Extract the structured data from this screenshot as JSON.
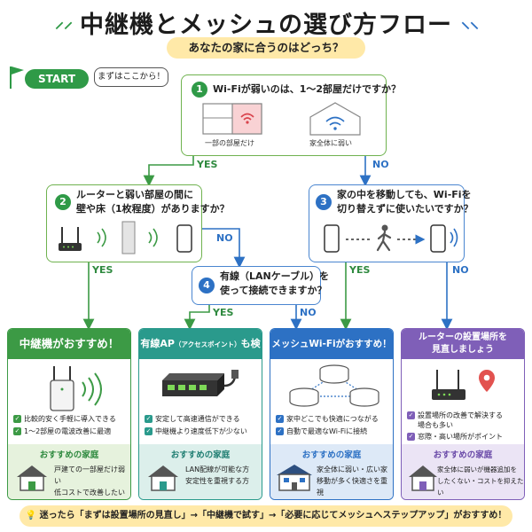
{
  "title": "中継機とメッシュの選び方フロー",
  "subtitle": "あなたの家に合うのはどっち？",
  "start": {
    "badge": "START",
    "bubble": "まずはここから！"
  },
  "q1": {
    "number": "1",
    "text": "Wi-Fiが弱いのは、1〜2部屋だけですか？",
    "left_caption": "一部の部屋だけ",
    "right_caption": "家全体に弱い"
  },
  "q2": {
    "number": "2",
    "line1": "ルーターと弱い部屋の間に",
    "line2": "壁や床（1枚程度）がありますか？"
  },
  "q3": {
    "number": "3",
    "line1": "家の中を移動しても、Wi-Fiを",
    "line2": "切り替えずに使いたいですか？"
  },
  "q4": {
    "number": "4",
    "line1": "有線（LANケーブル）を",
    "line2": "使って接続できますか？"
  },
  "labels": {
    "yes": "YES",
    "no": "NO"
  },
  "cards": [
    {
      "title": "中継機がおすすめ！",
      "color": "#3c9a45",
      "rec_bg": "#e6f2dd",
      "points": [
        "比較的安く手軽に導入できる",
        "1〜2部屋の電波改善に最適"
      ],
      "rec_title": "おすすめの家庭",
      "rec_lines": [
        "戸建ての一部屋だけ弱い",
        "低コストで改善したい方"
      ]
    },
    {
      "title": "有線AP",
      "title_small": "（アクセスポイント）",
      "title_end": "も検討！",
      "color": "#2a9a8c",
      "rec_bg": "#dcefeb",
      "points": [
        "安定して高速通信ができる",
        "中継機より速度低下が少ない"
      ],
      "rec_title": "おすすめの家庭",
      "rec_lines": [
        "LAN配線が可能な方",
        "安定性を重視する方"
      ]
    },
    {
      "title": "メッシュWi-Fiがおすすめ！",
      "color": "#2d71c4",
      "rec_bg": "#dde9f7",
      "points": [
        "家中どこでも快適につながる",
        "自動で最適なWi-Fiに接続"
      ],
      "rec_title": "おすすめの家庭",
      "rec_lines": [
        "家全体に弱い・広い家",
        "移動が多く快適さを重視"
      ]
    },
    {
      "title": "ルーターの設置場所を",
      "title2": "見直しましょう",
      "color": "#7f5fb8",
      "rec_bg": "#ebe4f5",
      "points": [
        "設置場所の改善で解決する",
        "場合も多い",
        "窓際・高い場所がポイント"
      ],
      "rec_title": "おすすめの家庭",
      "rec_lines": [
        "家全体に弱いが機器追加を",
        "したくない・コストを抑えたい"
      ]
    }
  ],
  "footer": "迷ったら「まずは設置場所の見直し」→「中継機で試す」→「必要に応じてメッシュへステップアップ」がおすすめ！"
}
